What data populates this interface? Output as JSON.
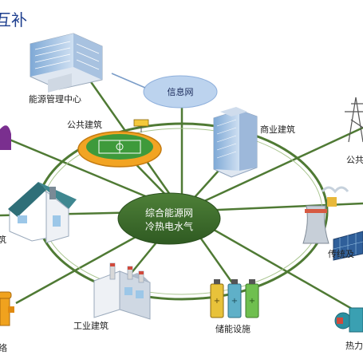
{
  "title": "互补",
  "hub": {
    "line1": "综合能源网",
    "line2": "冷热电水气"
  },
  "info_network": "信息网",
  "nodes": {
    "energy_mgmt": "能源管理中心",
    "public_building": "公共建筑",
    "commercial_building": "商业建筑",
    "public_right": "公共",
    "residential": "筑",
    "traditional_energy": "传统及",
    "industrial_building": "工业建筑",
    "storage": "储能设施",
    "heat": "热力",
    "network": "络"
  },
  "colors": {
    "ring": "#4f7a34",
    "hub_fill": "#3c6a2c",
    "info_fill": "#bcd3ee",
    "title": "#1e3f8f"
  }
}
